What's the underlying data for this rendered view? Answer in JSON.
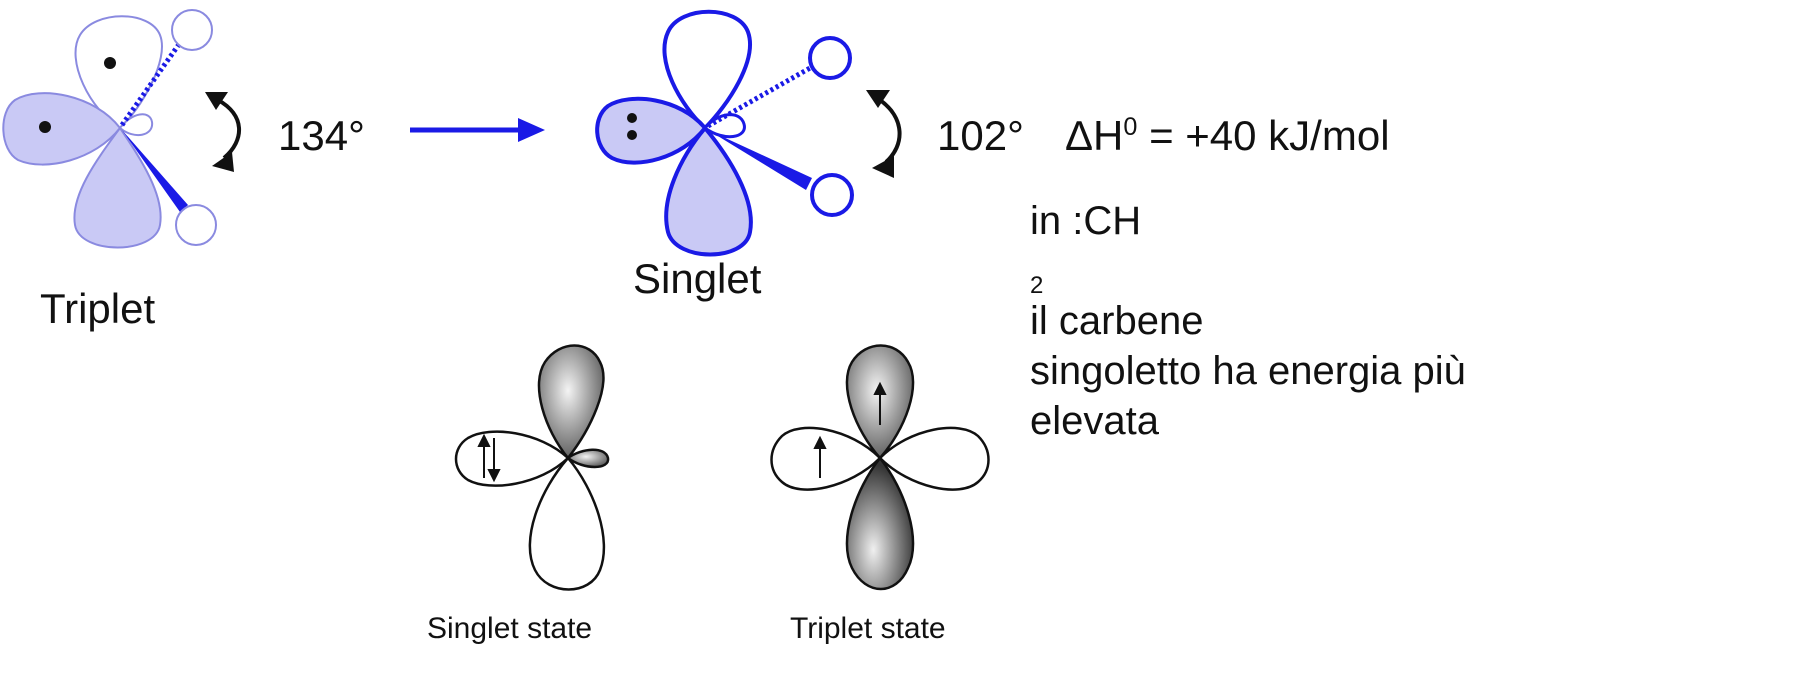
{
  "top": {
    "triplet_label": "Triplet",
    "singlet_label": "Singlet",
    "triplet_angle": "134°",
    "singlet_angle": "102°",
    "enthalpy_prefix": "ΔH",
    "enthalpy_sup": "0",
    "enthalpy_value": " = +40 kJ/mol"
  },
  "note": {
    "line1_prefix": "in :CH",
    "line1_sub": "2",
    "line1_suffix": " il carbene",
    "line2": "singoletto ha energia più",
    "line3": "elevata"
  },
  "bottom": {
    "singlet_state_label": "Singlet state",
    "triplet_state_label": "Triplet state"
  },
  "colors": {
    "orbital_blue": "#1a1ae6",
    "orbital_fill": "#c9c9f5",
    "triplet_outline": "#8a8ae0",
    "black": "#111111"
  }
}
